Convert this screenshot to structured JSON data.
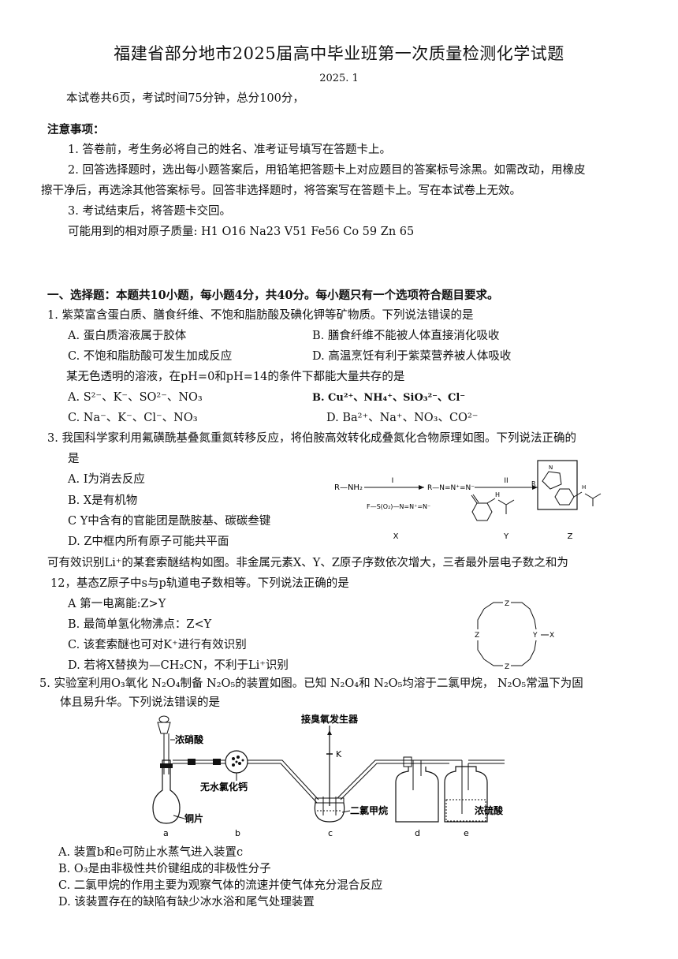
{
  "header": {
    "title": "福建省部分地市2025届高中毕业班第一次质量检测化学试题",
    "date": "2025. 1",
    "intro": "本试卷共6页，考试时间75分钟，总分100分，"
  },
  "notice": {
    "heading": "注意事项：",
    "items": [
      "1. 答卷前，考生务必将自己的姓名、准考证号填写在答题卡上。",
      "2. 回答选择题时，选出每小题答案后，用铅笔把答题卡上对应题目的答案标号涂黑。如需改动，用橡皮",
      "擦干净后，再选涂其他答案标号。回答非选择题时，将答案写在答题卡上。写在本试卷上无效。",
      "3. 考试结束后，将答题卡交回。"
    ],
    "atomic_mass": "可能用到的相对原子质量: H1  O16  Na23  V51  Fe56  Co  59  Zn  65"
  },
  "section1": {
    "heading": "一、选择题：本题共10小题，每小题4分，共40分。每小题只有一个选项符合题目要求。"
  },
  "q1": {
    "stem": "1. 紫菜富含蛋白质、膳食纤维、不饱和脂肪酸及碘化钾等矿物质。下列说法错误的是",
    "a": "A. 蛋白质溶液属于胶体",
    "b": "B. 膳食纤维不能被人体直接消化吸收",
    "c": "C. 不饱和脂肪酸可发生加成反应",
    "d": "D. 高温烹饪有利于紫菜营养被人体吸收"
  },
  "q2": {
    "stem": "某无色透明的溶液，在pH=0和pH=14的条件下都能大量共存的是",
    "a": "A.  S²⁻、K⁻、SO²⁻、NO₃",
    "b": "B.  Cu²⁺、NH₄⁺、SiO₃²⁻、Cl⁻",
    "c": "C.  Na⁻、K⁻、Cl⁻、NO₃",
    "d": "D.  Ba²⁺、Na⁺、NO₃、CO²⁻"
  },
  "q3": {
    "stem1": "3. 我国科学家利用氟磺酰基叠氮重氮转移反应，将伯胺高效转化成叠氮化合物原理如图。下列说法正确的",
    "stem2": "是",
    "a": "A.  I为消去反应",
    "b": "B.  X是有机物",
    "c": "C  Y中含有的官能团是酰胺基、碳碳叁键",
    "d": "D.  Z中框内所有原子可能共平面",
    "fig": {
      "amine": "R—NH₂",
      "step1": "I",
      "step2": "II",
      "label_x": "X",
      "label_y": "Y",
      "label_z": "Z",
      "x_formula": "F—S(O₂)—N=N⁺=N⁻",
      "azide": "R—N=N⁺=N⁻",
      "y_nh": "H",
      "z_r": "R",
      "z_n": "N",
      "z_h": "H"
    }
  },
  "q4": {
    "stem1": "可有效识别Li⁺的某套索醚结构如图。非金属元素X、Y、Z原子序数依次增大，三者最外层电子数之和为",
    "stem2": "12，基态Z原子中s与p轨道电子数相等。下列说法正确的是",
    "a": "A  第一电离能:Z>Y",
    "b": "B. 最简单氢化物沸点：Z<Y",
    "c": "C. 该套索醚也可对K⁺进行有效识别",
    "d": "D.  若将X替换为—CH₂CN，不利于Li⁺识别",
    "fig": {
      "z": "Z",
      "y": "Y",
      "x": "X"
    }
  },
  "q5": {
    "stem1": "5. 实验室利用O₃氧化  N₂O₄制备  N₂O₅的装置如图。已知  N₂O₄和  N₂O₅均溶于二氯甲烷，  N₂O₅常温下为固",
    "stem2": "体且易升华。下列说法错误的是",
    "a": "A. 装置b和e可防止水蒸气进入装置c",
    "b": "B.   O₃是由非极性共价键组成的非极性分子",
    "c": "C. 二氯甲烷的作用主要为观察气体的流速并使气体充分混合反应",
    "d": "D. 该装置存在的缺陷有缺少冰水浴和尾气处理装置",
    "fig": {
      "ozone": "接臭氧发生器",
      "hno3": "浓硝酸",
      "cacl2": "无水氯化钙",
      "cu": "铜片",
      "dcm": "二氯甲烷",
      "h2so4": "浓硫酸",
      "k": "K",
      "a": "a",
      "b": "b",
      "c": "c",
      "d": "d",
      "e": "e"
    }
  }
}
